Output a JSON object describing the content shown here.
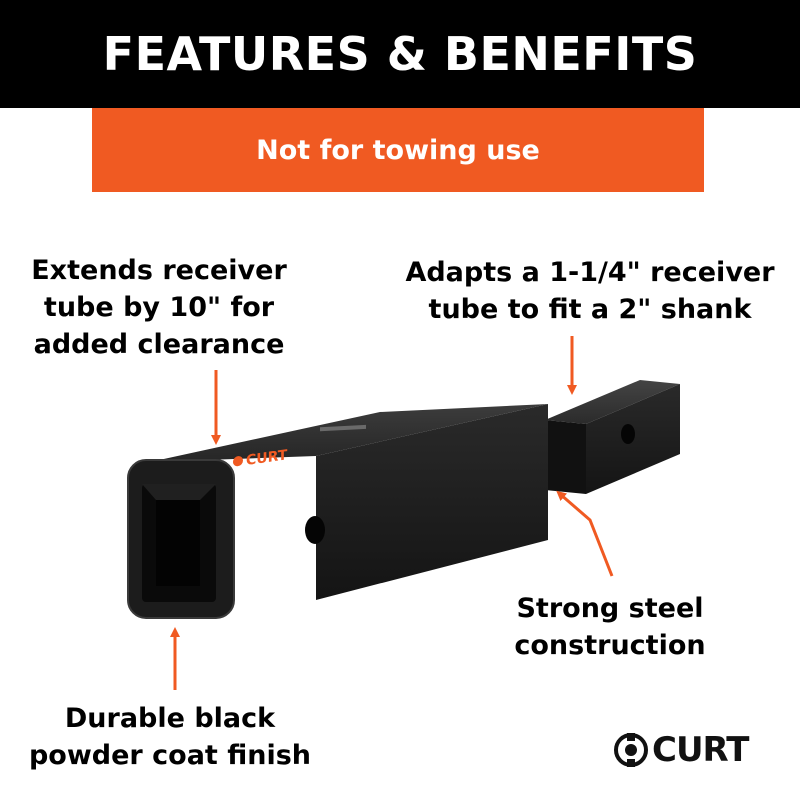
{
  "header": {
    "title": "FEATURES & BENEFITS"
  },
  "banner": {
    "text": "Not for towing use"
  },
  "callouts": {
    "extends": [
      "Extends receiver",
      "tube by 10\" for",
      "added clearance"
    ],
    "adapts": [
      "Adapts a 1-1/4\" receiver",
      "tube to fit a 2\" shank"
    ],
    "strong": [
      "Strong steel",
      "construction"
    ],
    "durable": [
      "Durable black",
      "powder coat finish"
    ]
  },
  "product": {
    "logo_text": "CURT"
  },
  "brand": {
    "logo_text": "CURT"
  },
  "colors": {
    "accent": "#f05a22",
    "header_bg": "#000000",
    "product": "#1c1c1c"
  }
}
